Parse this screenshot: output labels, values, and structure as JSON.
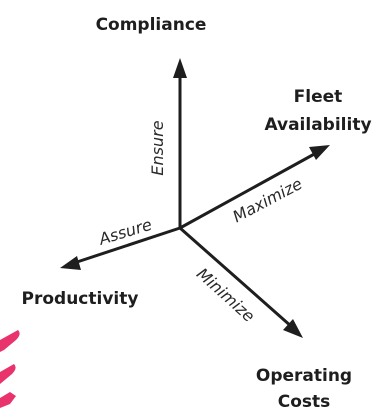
{
  "nodes": {
    "compliance": "Compliance",
    "fleet_availability": [
      "Fleet",
      "Availability"
    ],
    "productivity": "Productivity",
    "operating_costs": [
      "Operating",
      "Costs"
    ]
  },
  "verbs": {
    "ensure": "Ensure",
    "maximize": "Maximize",
    "assure": "Assure",
    "minimize": "Minimize"
  },
  "colors": {
    "ink": "#1e1e1e",
    "accent": "#e8336d"
  }
}
